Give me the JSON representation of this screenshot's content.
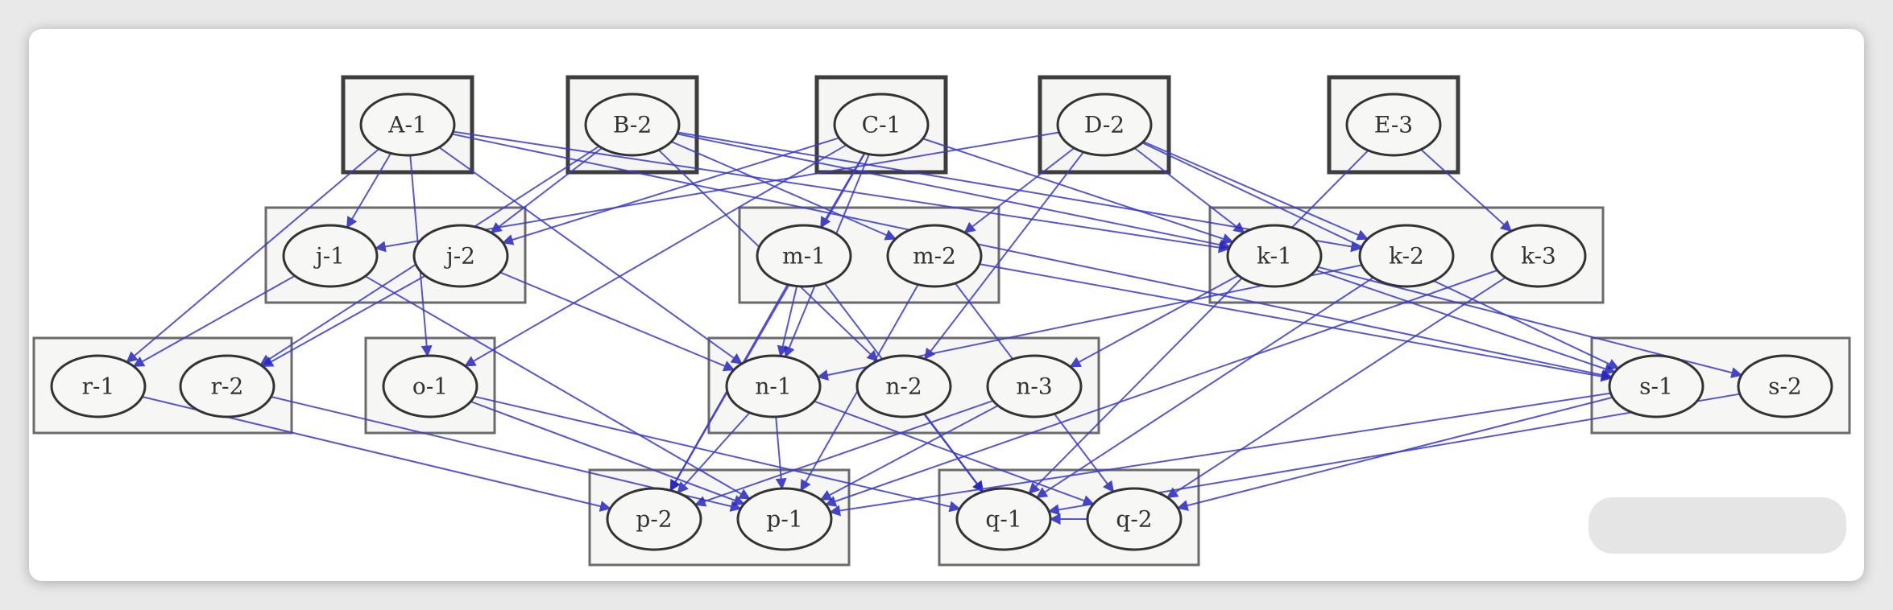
{
  "nodes": [
    {
      "id": "A-1",
      "label": "A-1"
    },
    {
      "id": "B-2",
      "label": "B-2"
    },
    {
      "id": "C-1",
      "label": "C-1"
    },
    {
      "id": "D-2",
      "label": "D-2"
    },
    {
      "id": "E-3",
      "label": "E-3"
    },
    {
      "id": "j-1",
      "label": "j-1"
    },
    {
      "id": "j-2",
      "label": "j-2"
    },
    {
      "id": "m-1",
      "label": "m-1"
    },
    {
      "id": "m-2",
      "label": "m-2"
    },
    {
      "id": "k-1",
      "label": "k-1"
    },
    {
      "id": "k-2",
      "label": "k-2"
    },
    {
      "id": "k-3",
      "label": "k-3"
    },
    {
      "id": "r-1",
      "label": "r-1"
    },
    {
      "id": "r-2",
      "label": "r-2"
    },
    {
      "id": "o-1",
      "label": "o-1"
    },
    {
      "id": "n-1",
      "label": "n-1"
    },
    {
      "id": "n-2",
      "label": "n-2"
    },
    {
      "id": "n-3",
      "label": "n-3"
    },
    {
      "id": "s-1",
      "label": "s-1"
    },
    {
      "id": "s-2",
      "label": "s-2"
    },
    {
      "id": "p-2",
      "label": "p-2"
    },
    {
      "id": "p-1",
      "label": "p-1"
    },
    {
      "id": "q-1",
      "label": "q-1"
    },
    {
      "id": "q-2",
      "label": "q-2"
    }
  ],
  "edges": [
    [
      "A-1",
      "j-1"
    ],
    [
      "A-1",
      "r-1"
    ],
    [
      "A-1",
      "o-1"
    ],
    [
      "A-1",
      "n-1"
    ],
    [
      "A-1",
      "k-1"
    ],
    [
      "A-1",
      "s-1"
    ],
    [
      "B-2",
      "j-2"
    ],
    [
      "B-2",
      "m-2"
    ],
    [
      "B-2",
      "n-2"
    ],
    [
      "B-2",
      "k-1"
    ],
    [
      "B-2",
      "r-2"
    ],
    [
      "B-2",
      "k-2"
    ],
    [
      "C-1",
      "m-1"
    ],
    [
      "C-1",
      "j-2"
    ],
    [
      "C-1",
      "n-1"
    ],
    [
      "C-1",
      "k-1"
    ],
    [
      "C-1",
      "p-2"
    ],
    [
      "C-1",
      "o-1"
    ],
    [
      "D-2",
      "m-2"
    ],
    [
      "D-2",
      "k-2"
    ],
    [
      "D-2",
      "j-1"
    ],
    [
      "D-2",
      "s-1"
    ],
    [
      "D-2",
      "n-2"
    ],
    [
      "D-2",
      "k-1"
    ],
    [
      "E-3",
      "k-3"
    ],
    [
      "E-3",
      "q-1"
    ],
    [
      "j-1",
      "p-1"
    ],
    [
      "j-1",
      "r-1"
    ],
    [
      "j-2",
      "r-2"
    ],
    [
      "j-2",
      "n-1"
    ],
    [
      "m-1",
      "p-2"
    ],
    [
      "m-1",
      "q-1"
    ],
    [
      "m-2",
      "q-2"
    ],
    [
      "m-2",
      "s-1"
    ],
    [
      "m-2",
      "p-1"
    ],
    [
      "m-1",
      "n-1"
    ],
    [
      "k-1",
      "s-1"
    ],
    [
      "k-1",
      "n-3"
    ],
    [
      "k-2",
      "q-1"
    ],
    [
      "k-3",
      "q-2"
    ],
    [
      "k-3",
      "p-1"
    ],
    [
      "k-1",
      "s-2"
    ],
    [
      "k-2",
      "n-1"
    ],
    [
      "r-1",
      "p-2"
    ],
    [
      "r-2",
      "p-1"
    ],
    [
      "o-1",
      "q-1"
    ],
    [
      "o-1",
      "p-1"
    ],
    [
      "n-1",
      "p-2"
    ],
    [
      "n-1",
      "p-1"
    ],
    [
      "n-2",
      "q-1"
    ],
    [
      "n-3",
      "p-2"
    ],
    [
      "n-3",
      "p-1"
    ],
    [
      "n-1",
      "q-2"
    ],
    [
      "s-1",
      "q-2"
    ],
    [
      "s-2",
      "q-1"
    ],
    [
      "s-1",
      "p-1"
    ],
    [
      "q-2",
      "q-1"
    ]
  ]
}
